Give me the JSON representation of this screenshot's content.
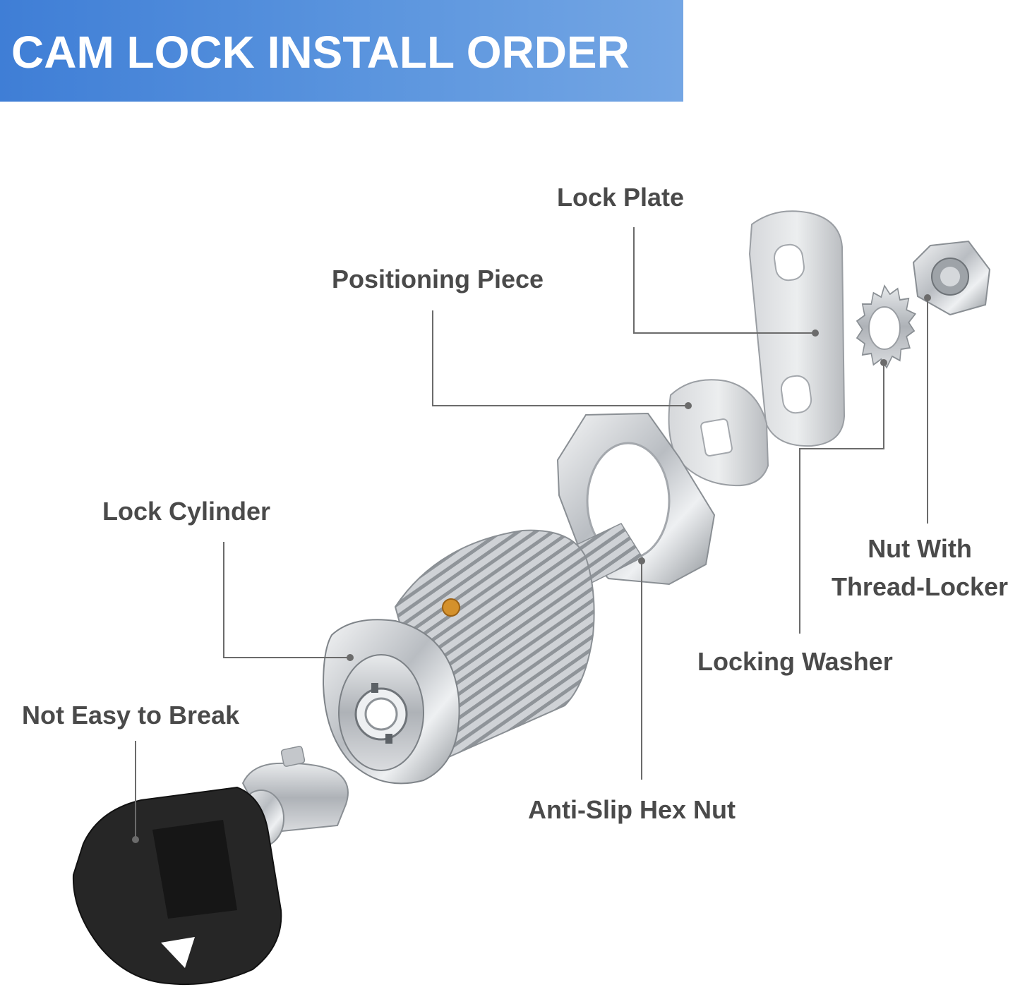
{
  "title": "CAM LOCK INSTALL ORDER",
  "colors": {
    "banner_start": "#3f7ed6",
    "banner_end": "#74a6e4",
    "label_text": "#4a4a4a",
    "leader_line": "#6b6b6b",
    "metal": "#c9ccd0",
    "key_body": "#262626"
  },
  "labels": {
    "lock_plate": "Lock Plate",
    "positioning_piece": "Positioning Piece",
    "lock_cylinder": "Lock Cylinder",
    "nut_line1": "Nut With",
    "nut_line2": "Thread-Locker",
    "locking_washer": "Locking Washer",
    "not_easy_to_break": "Not Easy to Break",
    "anti_slip_hex_nut": "Anti-Slip Hex Nut"
  },
  "parts": [
    "key",
    "lock-cylinder",
    "anti-slip-hex-nut",
    "positioning-piece",
    "lock-plate",
    "locking-washer",
    "nut-with-thread-locker"
  ]
}
